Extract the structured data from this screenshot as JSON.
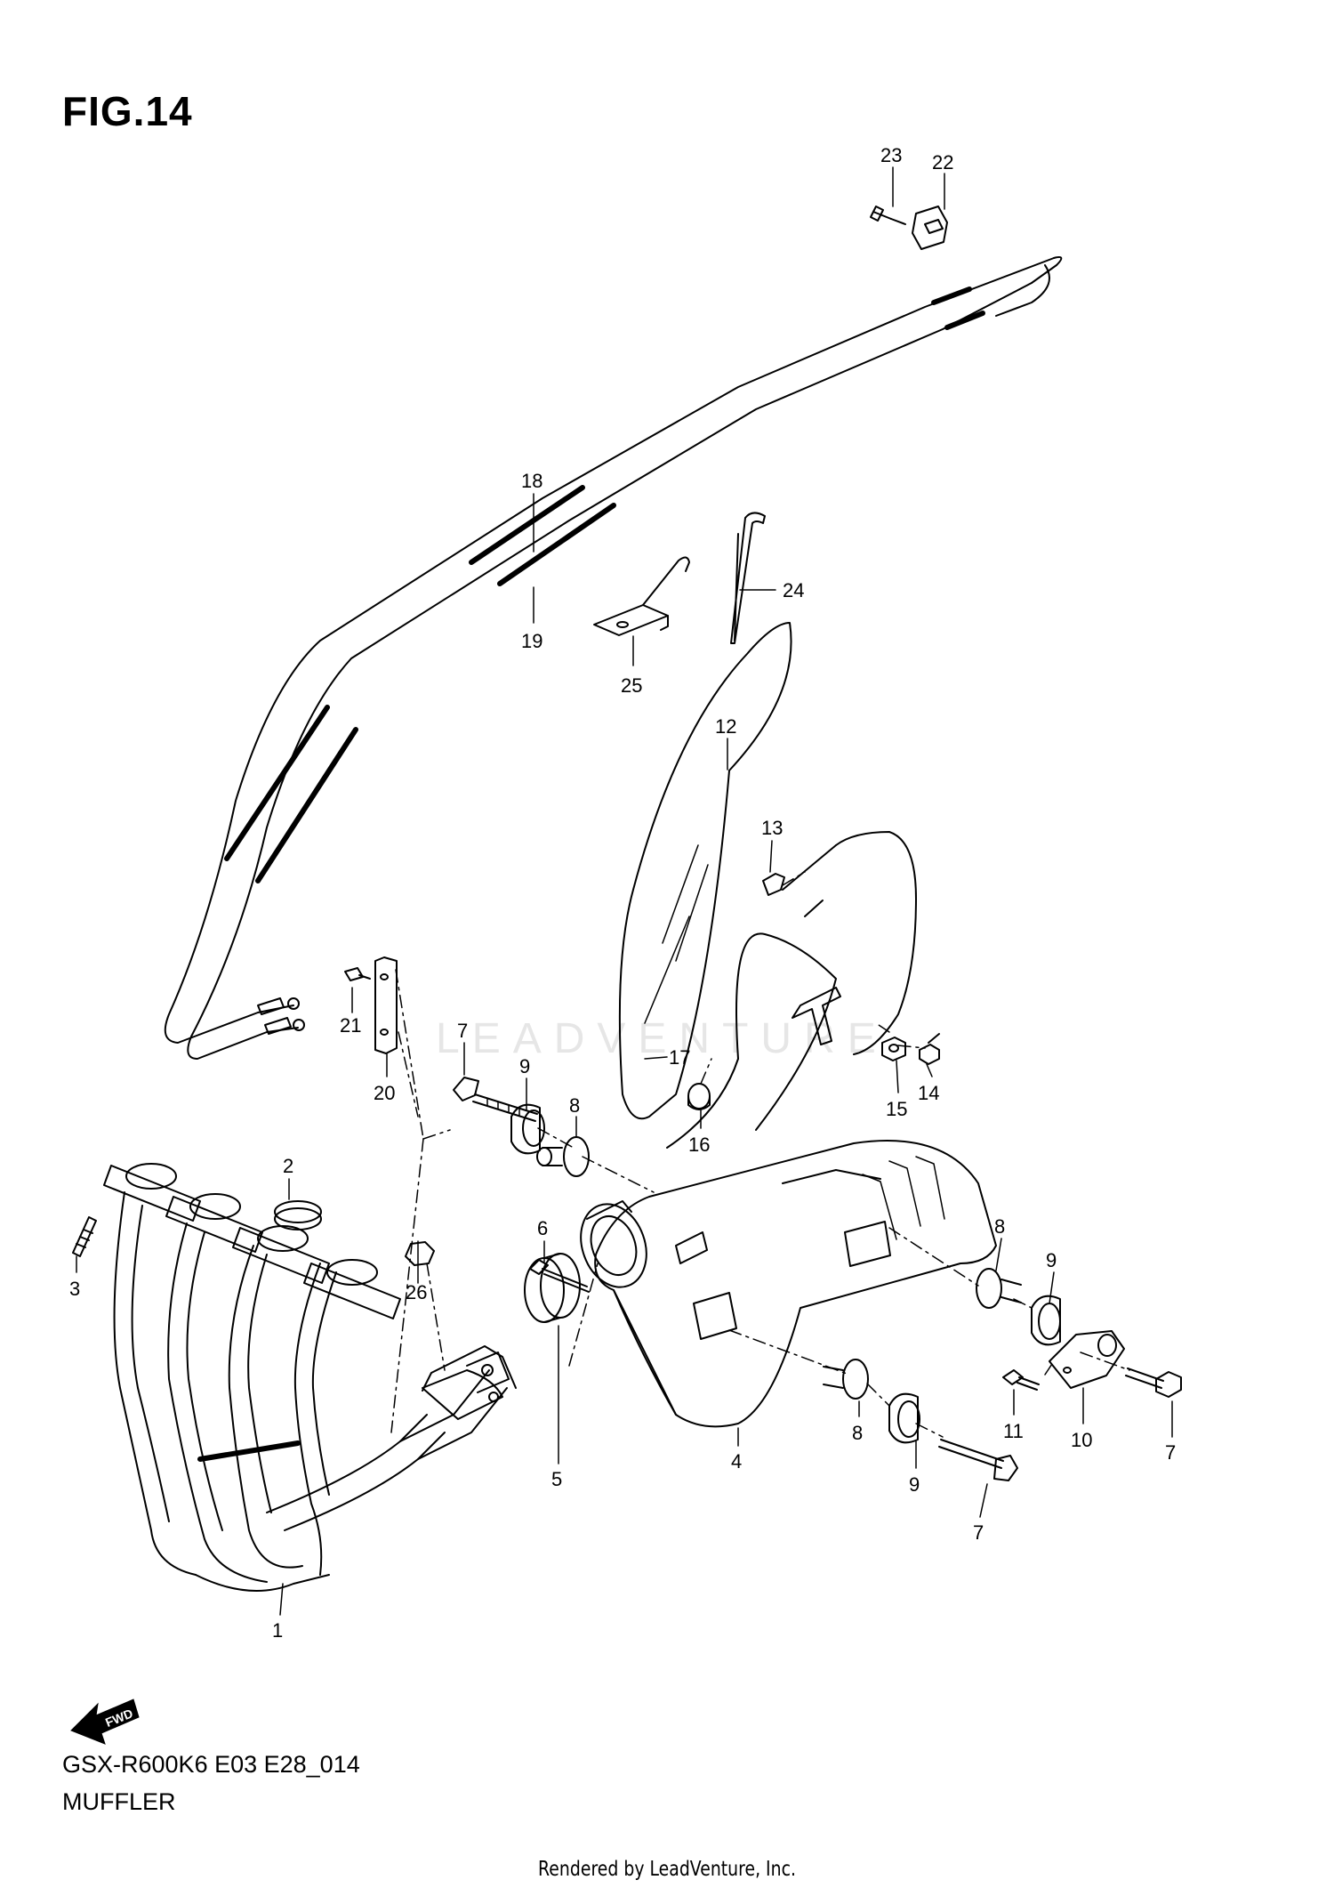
{
  "figure": {
    "title": "FIG.14",
    "model_code": "GSX-R600K6 E03 E28_014",
    "section_name": "MUFFLER",
    "footer": "Rendered by LeadVenture, Inc.",
    "watermark": "LEADVENTURE",
    "fwd_label": "FWD"
  },
  "callouts": [
    {
      "id": "c1",
      "label": "1"
    },
    {
      "id": "c2",
      "label": "2"
    },
    {
      "id": "c3",
      "label": "3"
    },
    {
      "id": "c4",
      "label": "4"
    },
    {
      "id": "c5",
      "label": "5"
    },
    {
      "id": "c6",
      "label": "6"
    },
    {
      "id": "c7a",
      "label": "7"
    },
    {
      "id": "c7b",
      "label": "7"
    },
    {
      "id": "c7c",
      "label": "7"
    },
    {
      "id": "c8a",
      "label": "8"
    },
    {
      "id": "c8b",
      "label": "8"
    },
    {
      "id": "c8c",
      "label": "8"
    },
    {
      "id": "c9a",
      "label": "9"
    },
    {
      "id": "c9b",
      "label": "9"
    },
    {
      "id": "c9c",
      "label": "9"
    },
    {
      "id": "c10",
      "label": "10"
    },
    {
      "id": "c11",
      "label": "11"
    },
    {
      "id": "c12",
      "label": "12"
    },
    {
      "id": "c13",
      "label": "13"
    },
    {
      "id": "c14",
      "label": "14"
    },
    {
      "id": "c15",
      "label": "15"
    },
    {
      "id": "c16",
      "label": "16"
    },
    {
      "id": "c17",
      "label": "17"
    },
    {
      "id": "c18",
      "label": "18"
    },
    {
      "id": "c19",
      "label": "19"
    },
    {
      "id": "c20",
      "label": "20"
    },
    {
      "id": "c21",
      "label": "21"
    },
    {
      "id": "c22",
      "label": "22"
    },
    {
      "id": "c23",
      "label": "23"
    },
    {
      "id": "c24",
      "label": "24"
    },
    {
      "id": "c25",
      "label": "25"
    },
    {
      "id": "c26",
      "label": "26"
    }
  ]
}
